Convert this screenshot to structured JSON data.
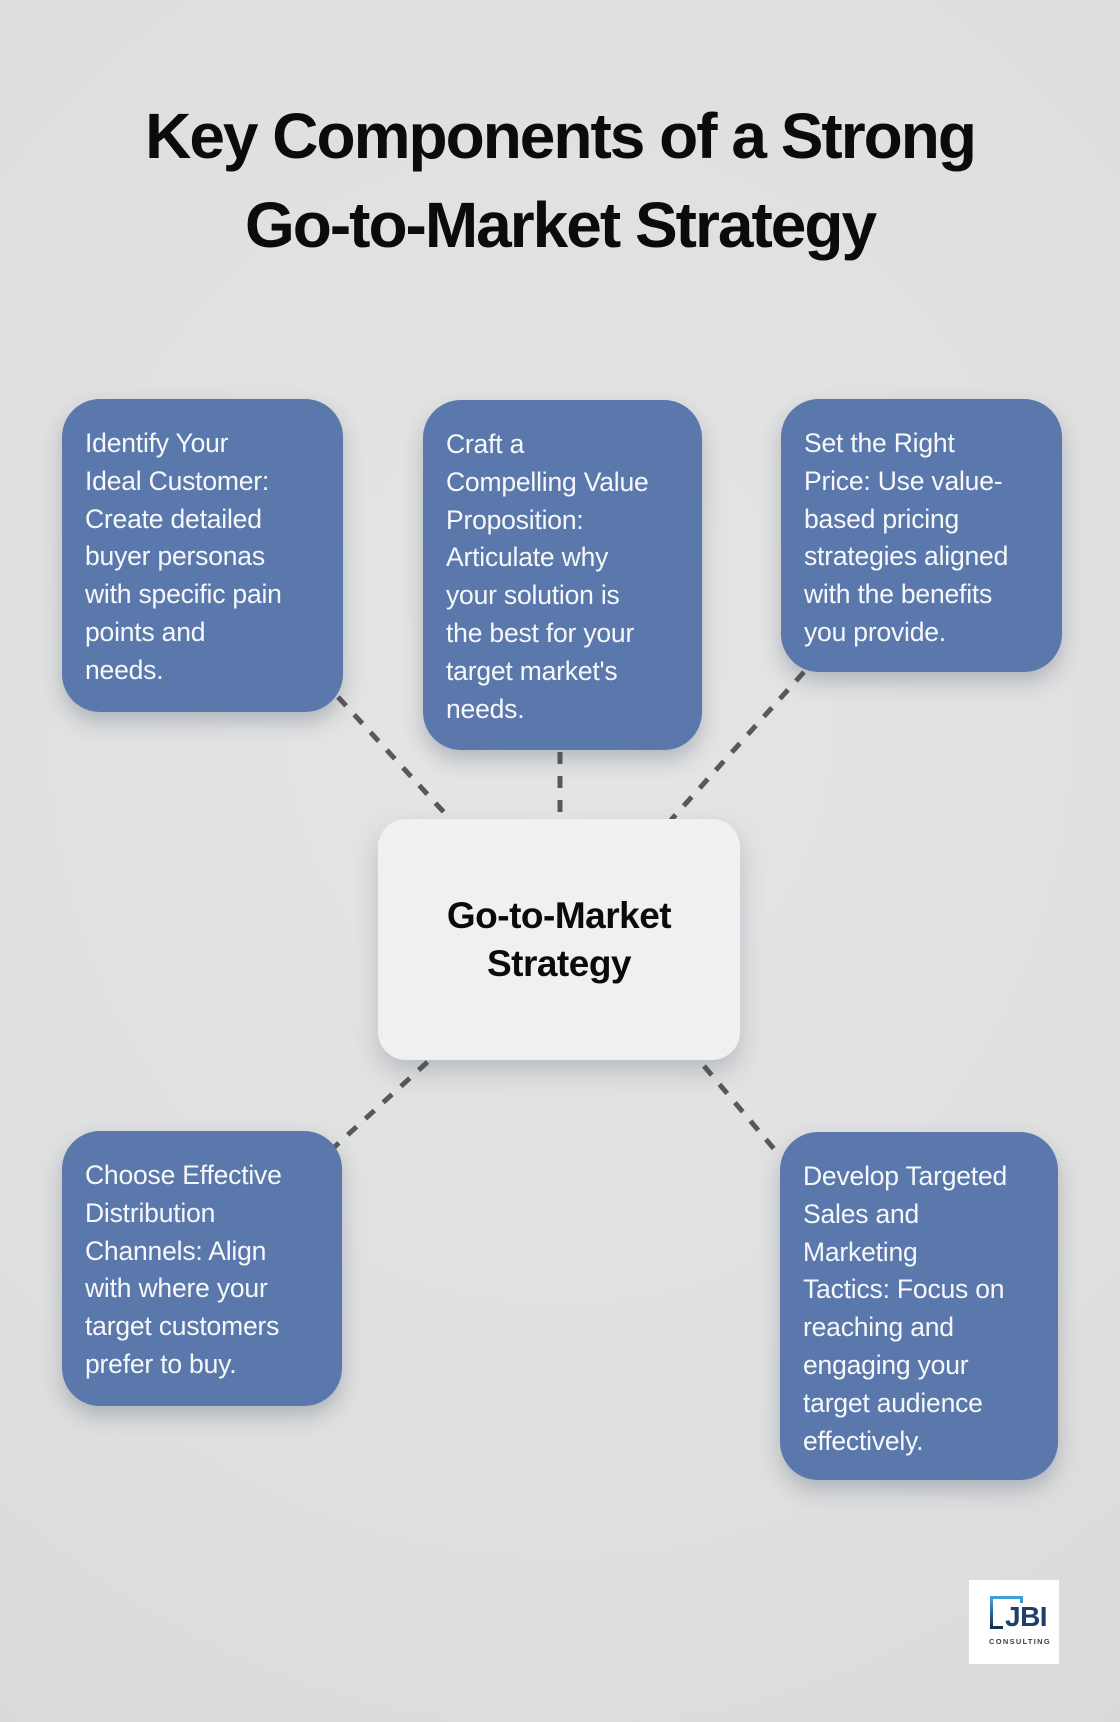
{
  "title": "Key Components of a Strong\nGo-to-Market Strategy",
  "center": {
    "label": "Go-to-Market\nStrategy"
  },
  "nodes": [
    {
      "id": "identify-ideal-customer",
      "text": "Identify Your\nIdeal Customer:\nCreate detailed\nbuyer personas\nwith specific pain\npoints and\nneeds."
    },
    {
      "id": "value-proposition",
      "text": "Craft a\nCompelling Value\nProposition:\nArticulate why\nyour solution is\nthe best for your\ntarget market's\nneeds."
    },
    {
      "id": "set-right-price",
      "text": "Set the Right\nPrice: Use value-\nbased pricing\nstrategies aligned\nwith the benefits\nyou provide."
    },
    {
      "id": "distribution-channels",
      "text": "Choose Effective\nDistribution\nChannels: Align\nwith where your\ntarget customers\nprefer to buy."
    },
    {
      "id": "sales-marketing-tactics",
      "text": "Develop Targeted\nSales and\nMarketing\nTactics: Focus on\nreaching and\nengaging your\ntarget audience\neffectively."
    }
  ],
  "logo": {
    "name": "JBI",
    "subtext": "CONSULTING"
  },
  "colors": {
    "background": "#dedfdf",
    "node_fill": "#5b78ac",
    "node_text": "#f6f8fb",
    "center_fill": "#eef0f2",
    "center_text": "#0b0b0b",
    "connector": "#57585a",
    "title_text": "#0b0b0b",
    "logo_navy": "#1e3f6b",
    "logo_light_blue": "#3fa0dc"
  }
}
